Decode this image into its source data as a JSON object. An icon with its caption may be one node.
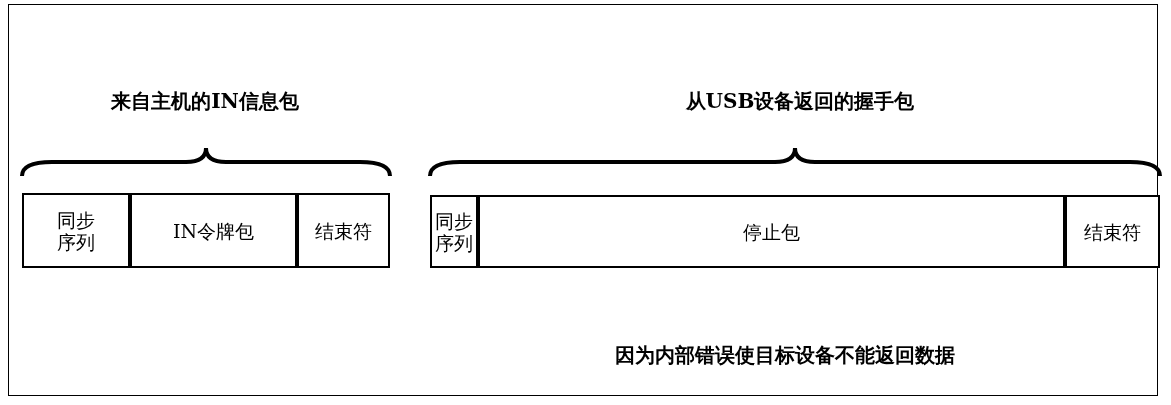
{
  "diagram": {
    "caption": "因为内部错误使目标设备不能返回数据",
    "nodes": [
      {
        "text": [
          "同步序列"
        ]
      },
      {
        "text": [
          "IN令牌包"
        ]
      },
      {
        "text": [
          "结束符"
        ]
      },
      {
        "text": [
          "同步序列"
        ]
      },
      {
        "text": [
          "停止包"
        ]
      },
      {
        "text": [
          "结束符"
        ]
      }
    ],
    "labels": [
      "来自主机的IN信息包",
      "从USB设备返回的握手包"
    ]
  }
}
